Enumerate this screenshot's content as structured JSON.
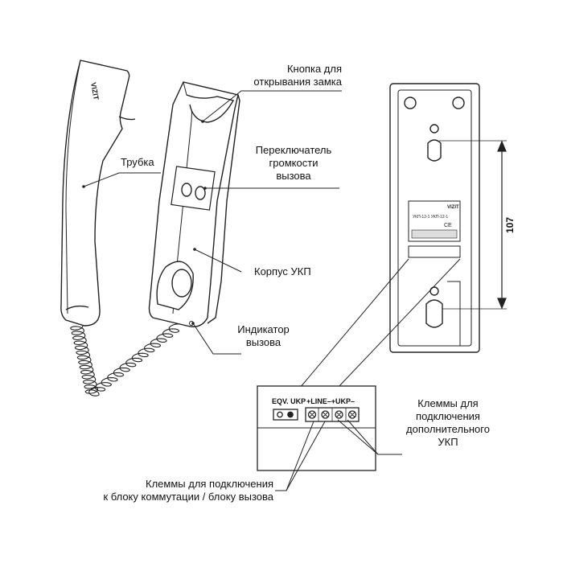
{
  "labels": {
    "lock_button": [
      "Кнопка для",
      "открывания замка"
    ],
    "handset": "Трубка",
    "volume_switch": [
      "Переключатель",
      "громкости",
      "вызова"
    ],
    "body": "Корпус УКП",
    "call_indicator": [
      "Индикатор",
      "вызова"
    ],
    "extra_terminals": [
      "Клеммы для",
      "подключения",
      "дополнительного",
      "УКП"
    ],
    "switch_terminals": [
      "Клеммы для подключения",
      "к блоку коммутации / блоку вызова"
    ]
  },
  "handset_logo": "VIZIT",
  "dimension": "107",
  "terminal_block": {
    "eqv_label": "EQV. UKP",
    "line_label": "+LINE–+UKP–"
  },
  "back_plate": {
    "model_line": "УКП-12-1  УКП-12-1",
    "ce_mark": "CE"
  }
}
